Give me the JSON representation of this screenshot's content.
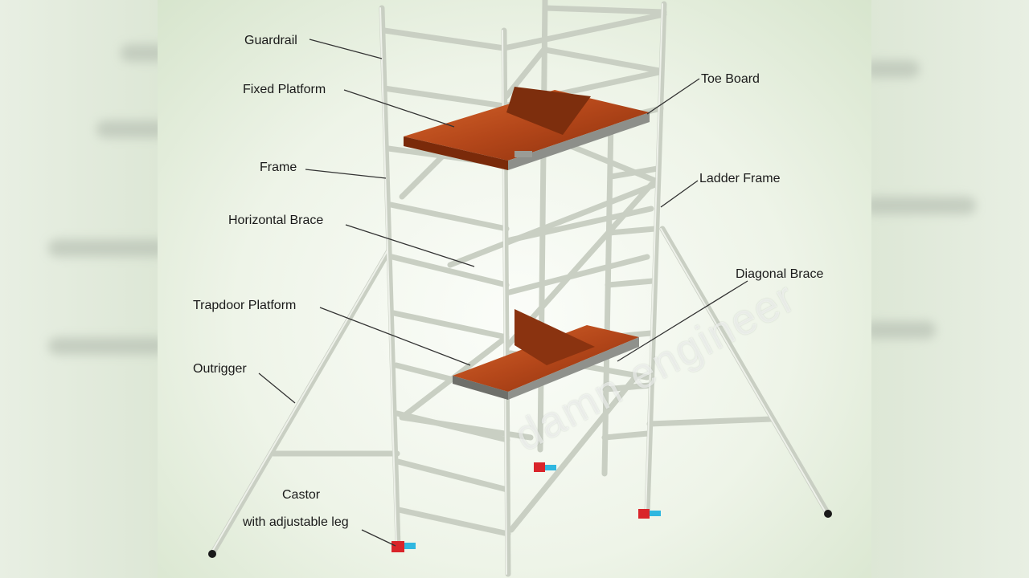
{
  "labels": {
    "guardrail": "Guardrail",
    "fixed_platform": "Fixed Platform",
    "toe_board": "Toe Board",
    "frame": "Frame",
    "ladder_frame": "Ladder Frame",
    "horizontal_brace": "Horizontal Brace",
    "diagonal_brace": "Diagonal Brace",
    "trapdoor_platform": "Trapdoor Platform",
    "outrigger": "Outrigger",
    "castor_line1": "Castor",
    "castor_line2": "with adjustable leg"
  },
  "watermark": "damn engineer",
  "colors": {
    "tube": "#c9cfc3",
    "plank": "#b4471a",
    "castor_red": "#d9242a",
    "castor_cyan": "#2fb7e0"
  }
}
